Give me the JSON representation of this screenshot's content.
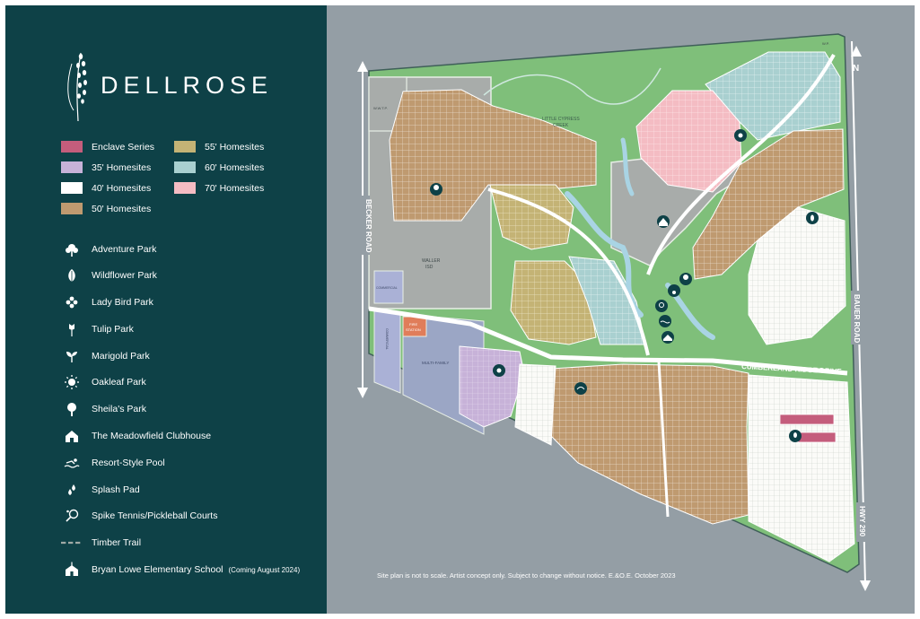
{
  "brand": {
    "name": "DELLROSE"
  },
  "lot_legend": [
    {
      "label": "Enclave Series",
      "color": "#c45d7c"
    },
    {
      "label": "55' Homesites",
      "color": "#c4b375"
    },
    {
      "label": "35' Homesites",
      "color": "#c7b2d8"
    },
    {
      "label": "60' Homesites",
      "color": "#a9d0d0"
    },
    {
      "label": "40' Homesites",
      "color": "#ffffff"
    },
    {
      "label": "70' Homesites",
      "color": "#f4bcc3"
    },
    {
      "label": "50' Homesites",
      "color": "#bf9a70"
    }
  ],
  "amenity_legend": [
    {
      "label": "Adventure Park",
      "icon": "tree-icon"
    },
    {
      "label": "Wildflower Park",
      "icon": "leaf-icon"
    },
    {
      "label": "Lady Bird Park",
      "icon": "flower-icon"
    },
    {
      "label": "Tulip Park",
      "icon": "tulip-icon"
    },
    {
      "label": "Marigold Park",
      "icon": "sprout-icon"
    },
    {
      "label": "Oakleaf Park",
      "icon": "sun-icon"
    },
    {
      "label": "Sheila's Park",
      "icon": "oak-tree-icon"
    },
    {
      "label": "The Meadowfield Clubhouse",
      "icon": "house-icon"
    },
    {
      "label": "Resort-Style Pool",
      "icon": "swimmer-icon"
    },
    {
      "label": "Splash Pad",
      "icon": "droplets-icon"
    },
    {
      "label": "Spike Tennis/Pickleball Courts",
      "icon": "racket-icon"
    },
    {
      "label": "Timber Trail",
      "icon": "dashed-trail-icon"
    },
    {
      "label": "Bryan Lowe Elementary School",
      "icon": "school-icon",
      "note": "(Coming August 2024)"
    }
  ],
  "map": {
    "north_label": "N",
    "roads": {
      "becker": "BECKER ROAD",
      "bauer": "BAUER ROAD",
      "cumberland": "CUMBERLAND RIDGE DRIVE",
      "hwy": "HWY 290"
    },
    "labels": {
      "creek": "LITTLE CYPRESS",
      "creek2": "CREEK",
      "waller": "WALLER",
      "isd": "ISD",
      "commercial": "COMMERCIAL",
      "fire": "FIRE",
      "station": "STATION",
      "multifamily": "MULTI-FAMILY",
      "wwtp": "W.W.T.P.",
      "wp": "W.P.",
      "commercial_left": "COMMERCIAL"
    },
    "disclaimer": "Site plan is not to scale. Artist concept only. Subject to change without notice. E.&O.E. October 2023"
  },
  "colors": {
    "sidebar_bg": "#0e4147",
    "map_bg": "#949ea5",
    "green_space": "#7fbf7a",
    "road": "#ffffff",
    "pond": "#a9d4e4",
    "school_site": "#a8acaa",
    "multifamily": "#9ba6c5",
    "commercial": "#aab1d6",
    "fire_station": "#e07d5a"
  }
}
